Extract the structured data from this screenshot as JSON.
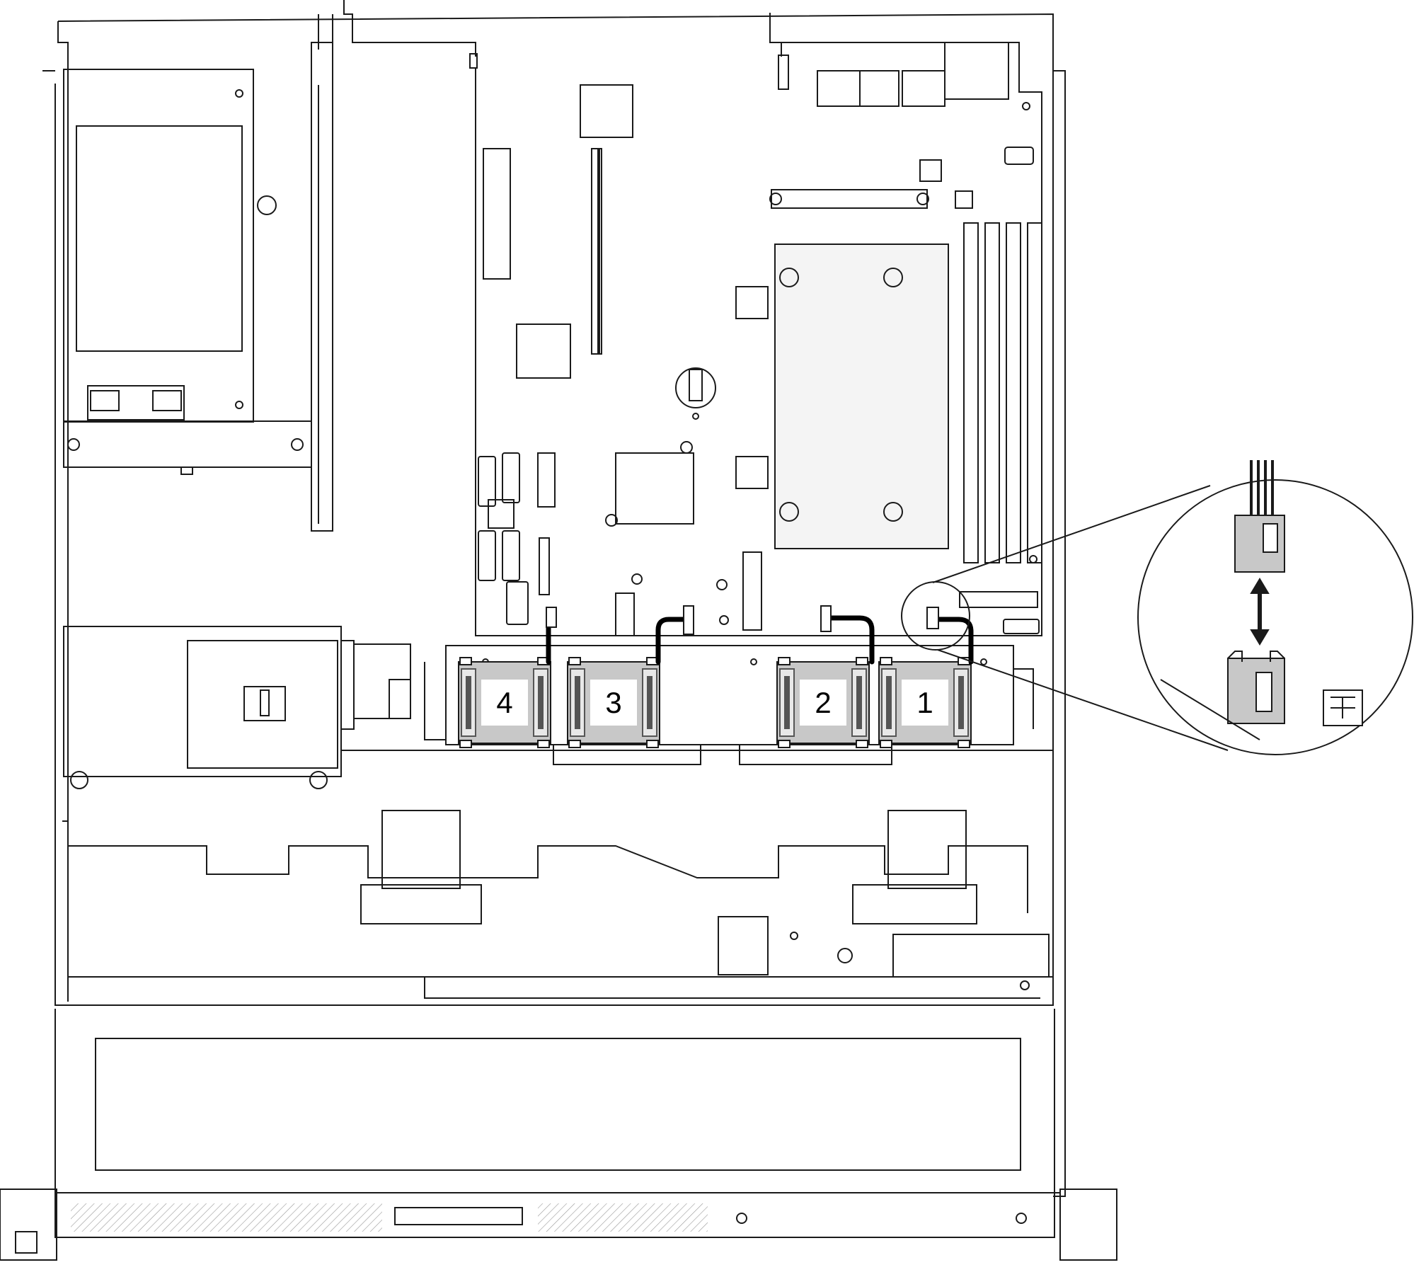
{
  "diagram": {
    "fans": [
      {
        "id": "fan-4",
        "label": "4"
      },
      {
        "id": "fan-3",
        "label": "3"
      },
      {
        "id": "fan-2",
        "label": "2"
      },
      {
        "id": "fan-1",
        "label": "1"
      }
    ],
    "callout": {
      "subject": "fan-1-power-connector"
    }
  },
  "colors": {
    "line": "#1a1a1a",
    "fan_gray": "#c8c8c8",
    "fan_dark": "#555555",
    "heatsink_fill": "#f4f4f4",
    "cable": "#000000"
  }
}
